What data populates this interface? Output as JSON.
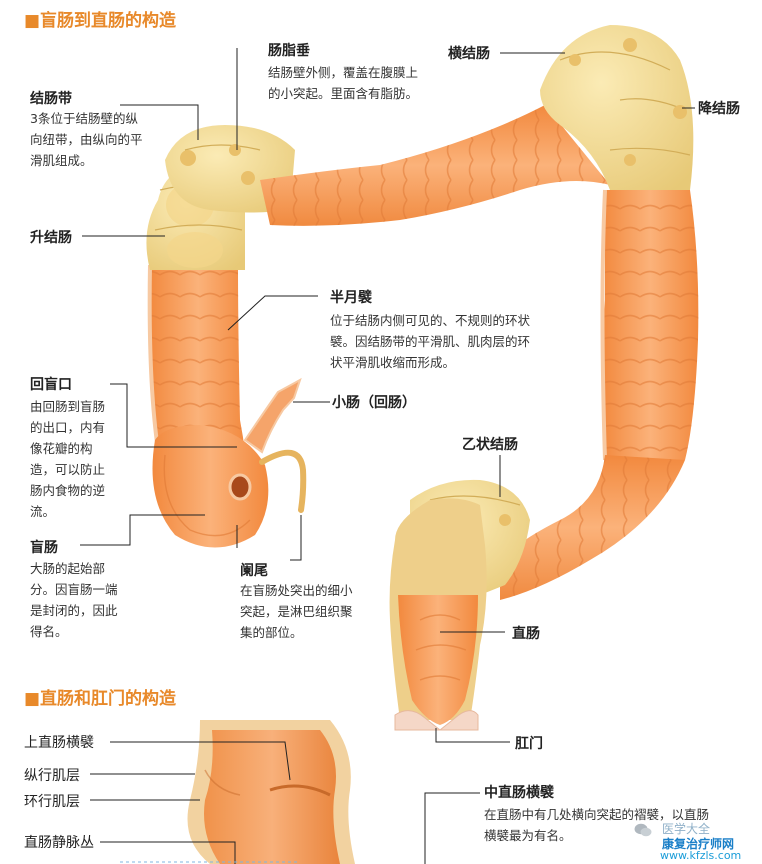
{
  "sections": {
    "cecum_to_rectum": "■盲肠到直肠的构造",
    "rectum_anus": "■直肠和肛门的构造"
  },
  "labels": {
    "appendices_epiploicae": {
      "title": "肠脂垂",
      "desc": [
        "结肠壁外侧，覆盖在腹膜上",
        "的小突起。里面含有脂肪。"
      ]
    },
    "taeniae_coli": {
      "title": "结肠带",
      "desc": [
        "3条位于结肠壁的纵",
        "向纽带，由纵向的平",
        "滑肌组成。"
      ]
    },
    "transverse_colon": {
      "title": "横结肠"
    },
    "descending_colon": {
      "title": "降结肠"
    },
    "ascending_colon": {
      "title": "升结肠"
    },
    "semilunar_folds": {
      "title": "半月襞",
      "desc": [
        "位于结肠内侧可见的、不规则的环状",
        "襞。因结肠带的平滑肌、肌肉层的环",
        "状平滑肌收缩而形成。"
      ]
    },
    "ileocecal_orifice": {
      "title": "回盲口",
      "desc": [
        "由回肠到盲肠",
        "的出口，内有",
        "像花瓣的构",
        "造，可以防止",
        "肠内食物的逆",
        "流。"
      ]
    },
    "small_intestine": {
      "title": "小肠（回肠）"
    },
    "sigmoid_colon": {
      "title": "乙状结肠"
    },
    "cecum": {
      "title": "盲肠",
      "desc": [
        "大肠的起始部",
        "分。因盲肠一端",
        "是封闭的，因此",
        "得名。"
      ]
    },
    "appendix": {
      "title": "阑尾",
      "desc": [
        "在盲肠处突出的细小",
        "突起，是淋巴组织聚",
        "集的部位。"
      ]
    },
    "rectum": {
      "title": "直肠"
    },
    "anus": {
      "title": "肛门"
    },
    "superior_transverse_fold": {
      "title": "上直肠横襞"
    },
    "longitudinal_muscle": {
      "title": "纵行肌层"
    },
    "circular_muscle": {
      "title": "环行肌层"
    },
    "rectal_venous_plexus": {
      "title": "直肠静脉丛"
    },
    "middle_transverse_fold": {
      "title": "中直肠横襞",
      "desc": [
        "在直肠中有几处横向突起的褶襞，以直肠",
        "横襞最为有名。"
      ]
    }
  },
  "watermark": {
    "top": "医学大全",
    "bottom": "康复治疗师网",
    "url": "www.kfzls.com"
  },
  "colors": {
    "accent": "#e8892a",
    "lumen": "#f59a52",
    "outer_wall": "#f0d68c",
    "leader_line": "#222222"
  }
}
